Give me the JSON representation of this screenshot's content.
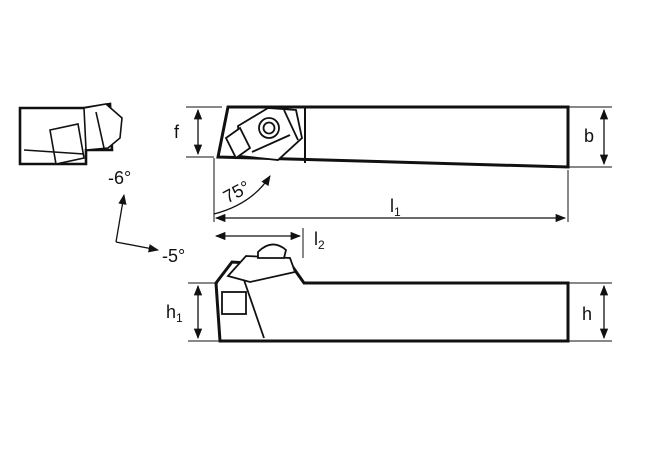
{
  "labels": {
    "f": "f",
    "b": "b",
    "l1_main": "l",
    "l1_sub": "1",
    "l2_main": "l",
    "l2_sub": "2",
    "h1_main": "h",
    "h1_sub": "1",
    "h": "h",
    "angle_75": "75°",
    "angle_neg6": "-6°",
    "angle_neg5": "-5°"
  },
  "colors": {
    "line": "#111111",
    "paper": "#ffffff"
  }
}
